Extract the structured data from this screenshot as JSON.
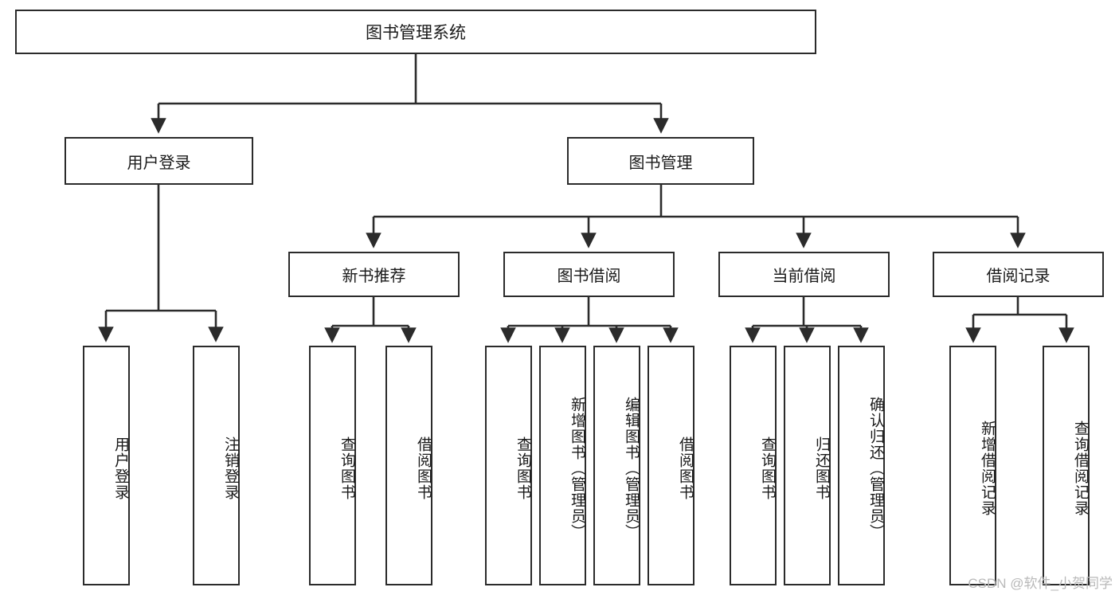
{
  "diagram": {
    "title": "图书管理系统",
    "type": "tree",
    "watermark": "CSDN @软件_小贺同学",
    "colors": {
      "box_border": "#2b2b2b",
      "box_fill": "#ffffff",
      "line": "#2b2b2b",
      "text": "#1a1a1a",
      "watermark": "#b9b9b9",
      "background": "#ffffff"
    },
    "root": {
      "label": "图书管理系统"
    },
    "level1": [
      {
        "label": "用户登录"
      },
      {
        "label": "图书管理"
      }
    ],
    "level2": [
      {
        "label": "新书推荐"
      },
      {
        "label": "图书借阅"
      },
      {
        "label": "当前借阅"
      },
      {
        "label": "借阅记录"
      }
    ],
    "leaves": {
      "user_login": [
        {
          "label": "用户登录"
        },
        {
          "label": "注销登录"
        }
      ],
      "new_book_recommend": [
        {
          "label": "查询图书"
        },
        {
          "label": "借阅图书"
        }
      ],
      "book_borrow": [
        {
          "label": "查询图书"
        },
        {
          "label": "新增图书（管理员）"
        },
        {
          "label": "编辑图书（管理员）"
        },
        {
          "label": "借阅图书"
        }
      ],
      "current_borrow": [
        {
          "label": "查询图书"
        },
        {
          "label": "归还图书"
        },
        {
          "label": "确认归还（管理员）"
        }
      ],
      "borrow_record": [
        {
          "label": "新增借阅记录"
        },
        {
          "label": "查询借阅记录"
        }
      ]
    }
  }
}
